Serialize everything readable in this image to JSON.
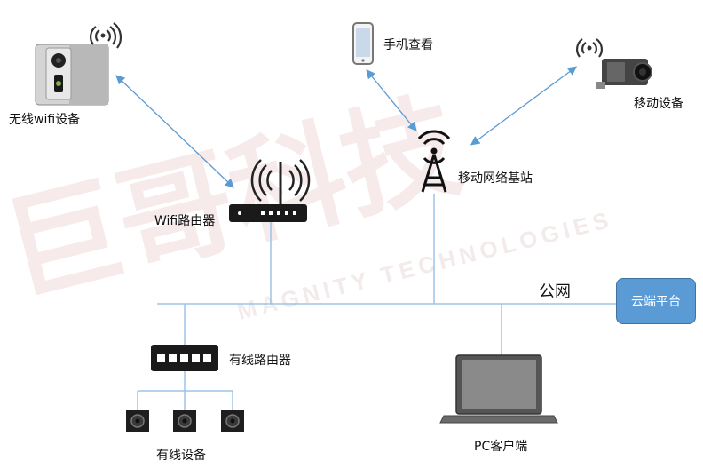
{
  "nodes": {
    "wireless_wifi_device": "无线wifi设备",
    "wifi_router": "Wifi路由器",
    "phone_view": "手机查看",
    "mobile_base_station": "移动网络基站",
    "mobile_device": "移动设备",
    "public_network": "公网",
    "cloud_platform": "云端平台",
    "wired_router": "有线路由器",
    "wired_devices": "有线设备",
    "pc_client": "PC客户端"
  },
  "watermark": {
    "text_cn": "巨哥科技",
    "text_en": "MAGNITY TECHNOLOGIES"
  },
  "colors": {
    "link": "#5b9bd5",
    "cloud_fill": "#5b9bd5",
    "watermark": "#f3e6e6"
  }
}
